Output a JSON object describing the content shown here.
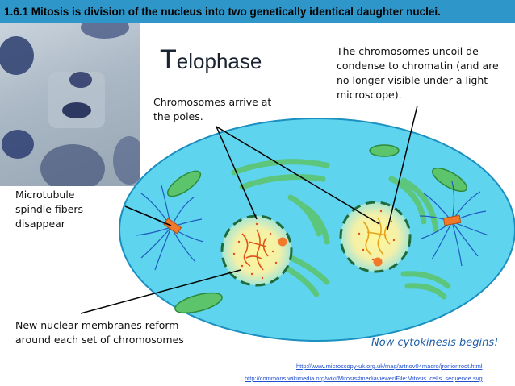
{
  "header": {
    "text": "1.6.1 Mitosis is division of the nucleus into two genetically identical daughter nuclei."
  },
  "title": {
    "first_letter": "T",
    "rest": "elophase"
  },
  "labels": {
    "chromosomes_arrive": "Chromosomes arrive at the poles.",
    "chromosomes_uncoil": "The chromosomes uncoil de-condense to chromatin (and are no longer visible under a light microscope).",
    "microtubule": "Microtubule spindle fibers disappear",
    "membranes": "New nuclear membranes reform around each set of chromosomes",
    "cytokinesis": "Now cytokinesis begins!"
  },
  "sources": {
    "url1": "http://www.microscopy-uk.org.uk/mag/artnov04macro/jronionroot.html",
    "url2": "http://commons.wikimedia.org/wiki/Mitosis#mediaviewer/File:Mitosis_cells_sequence.svg"
  },
  "colors": {
    "header_bg": "#2e96c9",
    "cell_fill": "#5fd4ee",
    "cell_outline": "#1a8fc0",
    "nucleus_border": "#1f6b3a",
    "chromosome": "#e0521a",
    "centrosome": "#f07a2a",
    "spindle": "#1f5bbf"
  }
}
